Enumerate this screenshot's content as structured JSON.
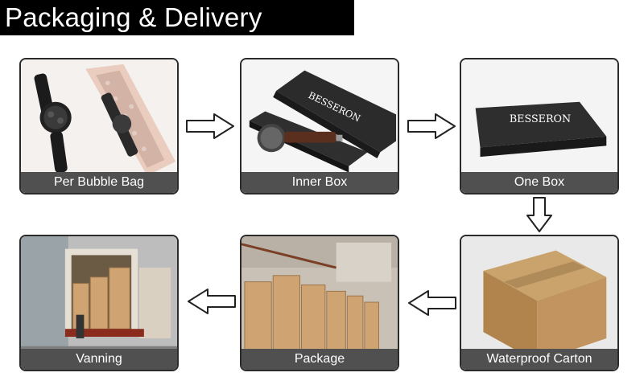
{
  "header": {
    "title": "Packaging & Delivery"
  },
  "steps": [
    {
      "label": "Per Bubble Bag"
    },
    {
      "label": "Inner Box",
      "brand": "BESSERON"
    },
    {
      "label": "One Box",
      "brand": "BESSERON"
    },
    {
      "label": "Waterproof Carton"
    },
    {
      "label": "Package"
    },
    {
      "label": "Vanning"
    }
  ],
  "colors": {
    "header_bg": "#000000",
    "label_bg": "#505050",
    "arrow_fill": "#ffffff",
    "arrow_stroke": "#222222"
  }
}
